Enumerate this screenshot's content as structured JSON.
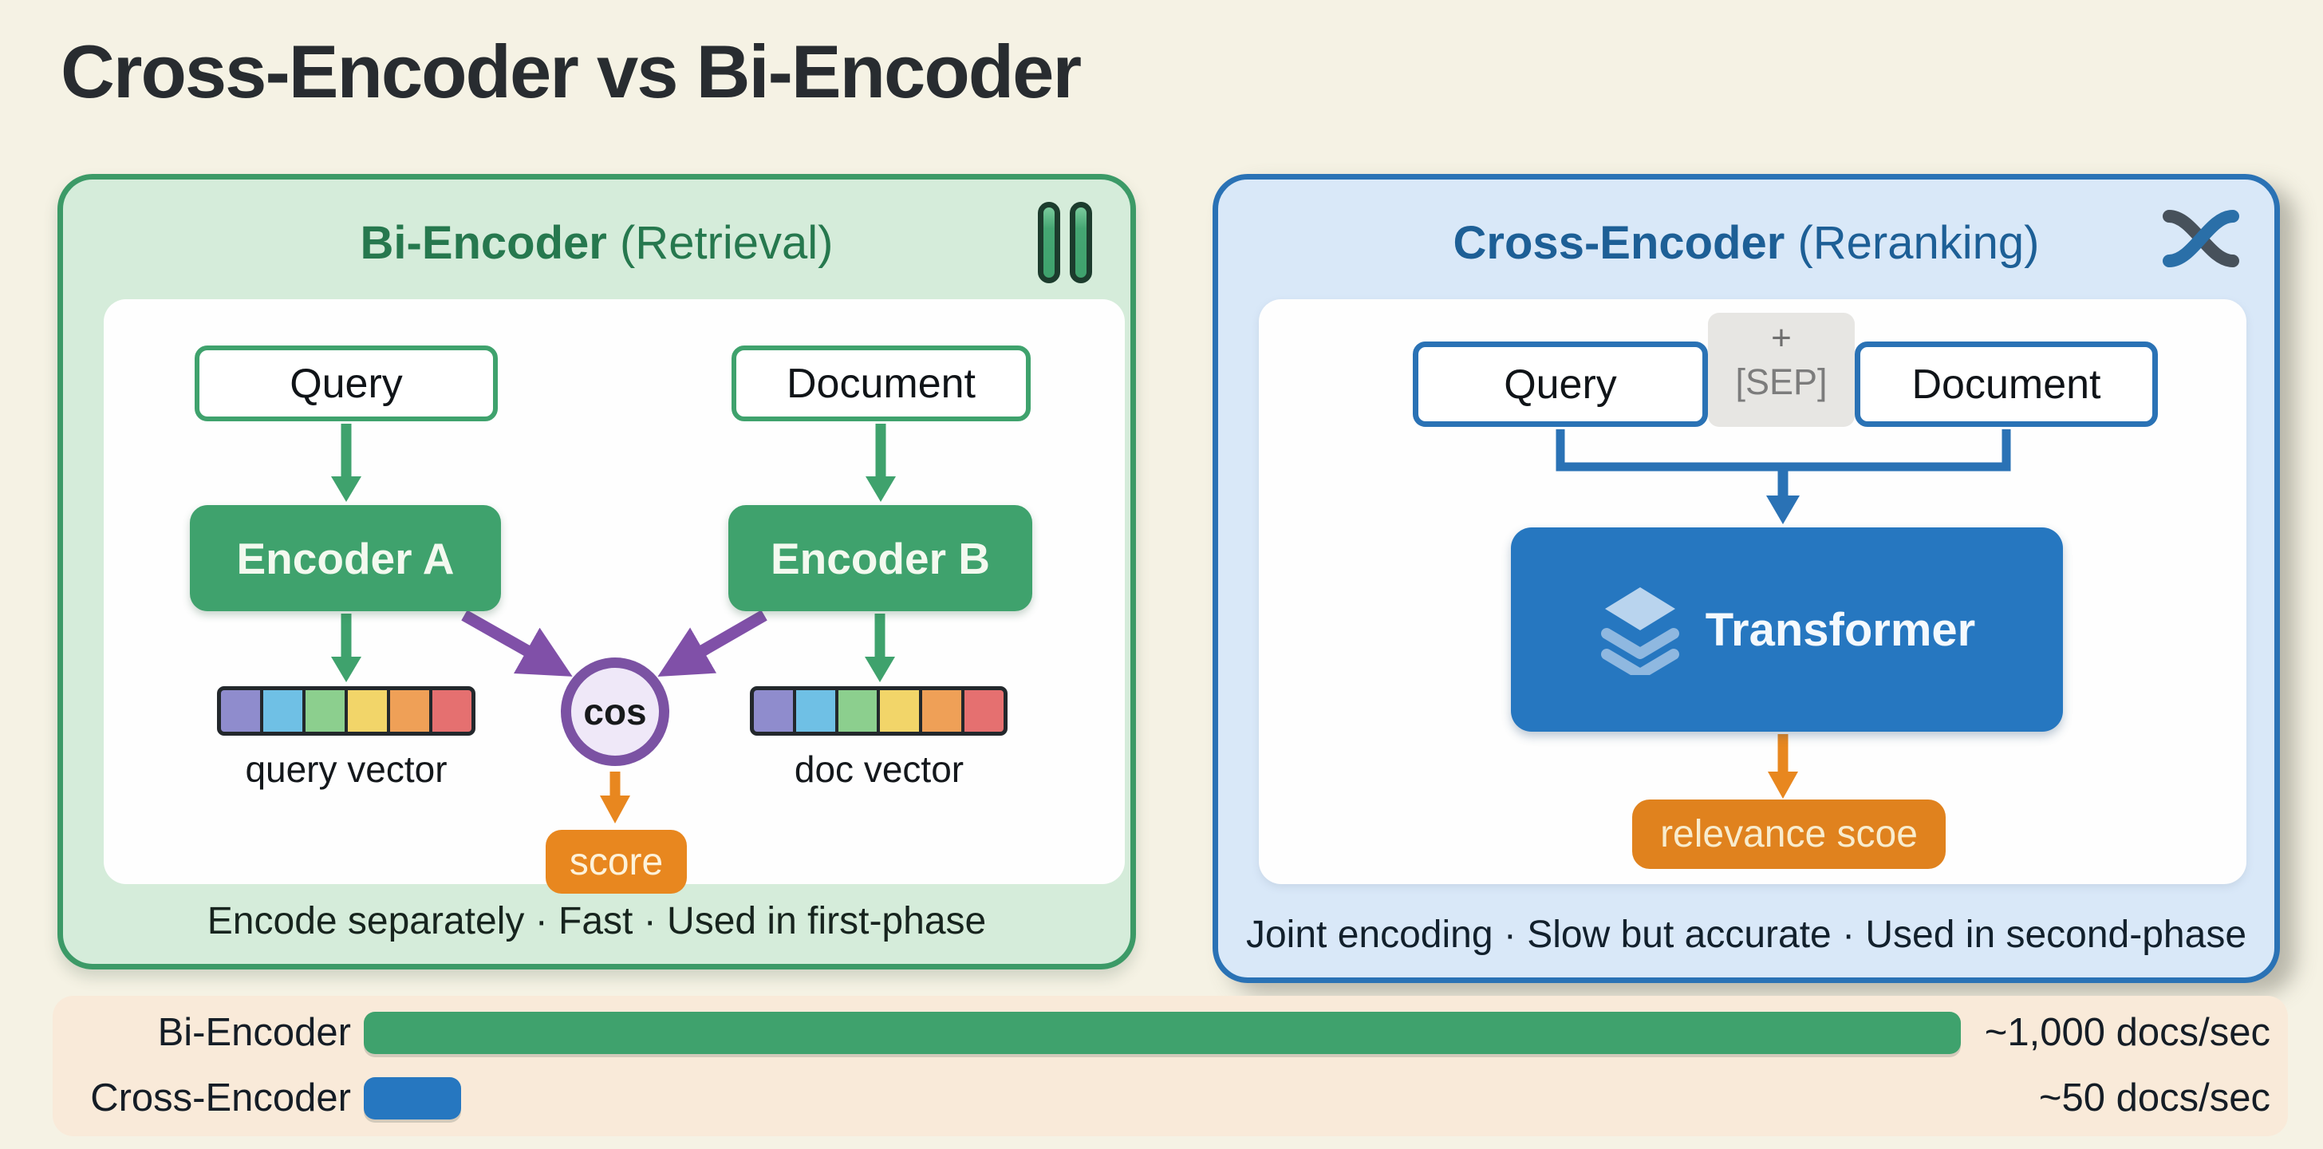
{
  "title": "Cross-Encoder vs Bi-Encoder",
  "bi_panel": {
    "heading_bold": "Bi-Encoder",
    "heading_rest": " (Retrieval)",
    "corner_icon": "pause-bars-icon",
    "query_label": "Query",
    "document_label": "Document",
    "encoder_a_label": "Encoder A",
    "encoder_b_label": "Encoder B",
    "query_vector_label": "query vector",
    "doc_vector_label": "doc vector",
    "cos_label": "cos",
    "score_label": "score",
    "caption": "Encode separately · Fast · Used in first-phase",
    "vector_colors": [
      "#8f8ccd",
      "#6fc0e5",
      "#8ccf8e",
      "#f2d569",
      "#efa057",
      "#e57070"
    ]
  },
  "cross_panel": {
    "heading_bold": "Cross-Encoder",
    "heading_rest": " (Reranking)",
    "corner_icon": "shuffle-cross-icon",
    "plus_label": "+",
    "sep_label": "[SEP]",
    "query_label": "Query",
    "document_label": "Document",
    "transformer_label": "Transformer",
    "relevance_label": "relevance scoe",
    "caption": "Joint encoding · Slow but accurate · Used in second-phase"
  },
  "chart_data": {
    "type": "bar",
    "orientation": "horizontal",
    "categories": [
      "Bi-Encoder",
      "Cross-Encoder"
    ],
    "values": [
      1000,
      50
    ],
    "value_labels": [
      "~1,000 docs/sec",
      "~50 docs/sec"
    ],
    "bar_colors": [
      "#3fa26d",
      "#2677c0"
    ],
    "xlim": [
      0,
      1000
    ],
    "unit": "docs/sec",
    "legend_position": "none",
    "grid": false
  },
  "colors": {
    "page_background": "#f5f2e4",
    "bi_panel_bg": "#d5ecda",
    "bi_panel_border": "#3c9a67",
    "bi_heading": "#26784e",
    "cross_panel_bg": "#d9e8f8",
    "cross_panel_border": "#2a72b5",
    "cross_heading": "#1d5f96",
    "encoder_green": "#3fa26d",
    "transformer_blue": "#2677c0",
    "orange_accent": "#e8871f",
    "purple_accent": "#8050a8",
    "cos_fill": "#efe8f8",
    "cos_border": "#7b52a3",
    "sep_gray": "#e7e6e3"
  }
}
